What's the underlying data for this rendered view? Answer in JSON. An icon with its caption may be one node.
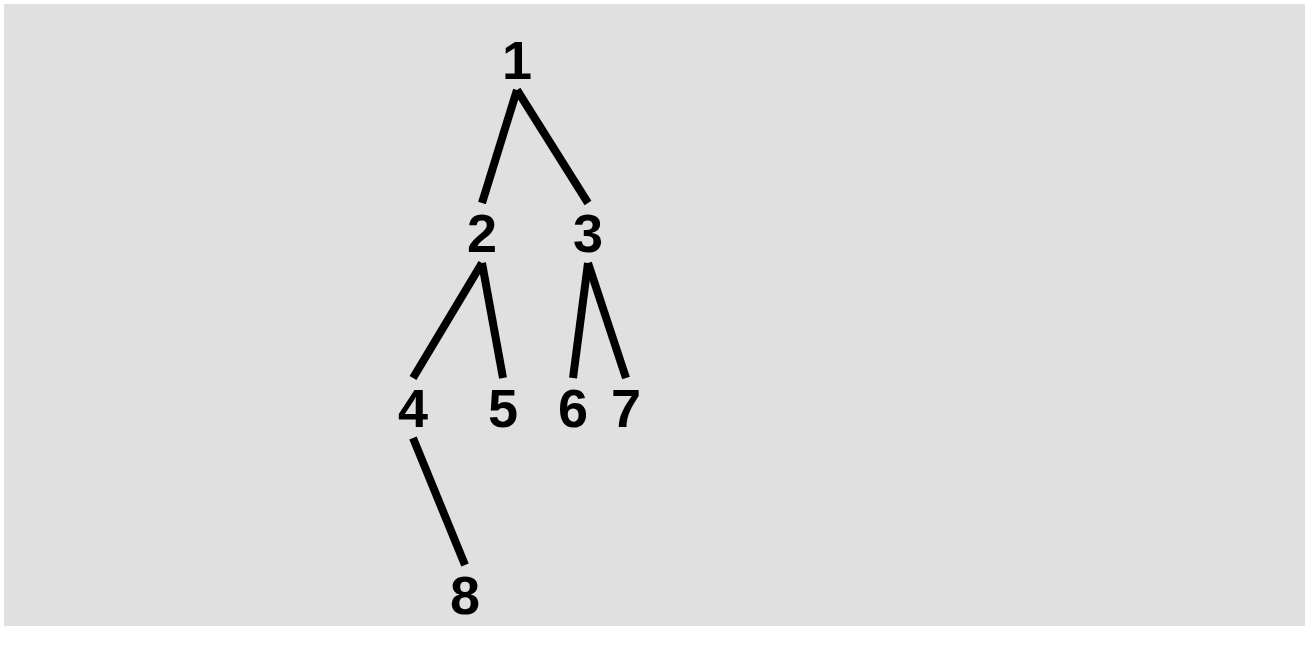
{
  "diagram": {
    "nodes": [
      {
        "text": [
          "1"
        ]
      },
      {
        "text": [
          "2"
        ]
      },
      {
        "text": [
          "3"
        ]
      },
      {
        "text": [
          "4"
        ]
      },
      {
        "text": [
          "5"
        ]
      },
      {
        "text": [
          "6"
        ]
      },
      {
        "text": [
          "7"
        ]
      },
      {
        "text": [
          "8"
        ]
      }
    ],
    "edges": [
      {
        "from": 0,
        "to": 1,
        "arrow": "none"
      },
      {
        "from": 0,
        "to": 2,
        "arrow": "none"
      },
      {
        "from": 1,
        "to": 3,
        "arrow": "none"
      },
      {
        "from": 1,
        "to": 4,
        "arrow": "none"
      },
      {
        "from": 2,
        "to": 5,
        "arrow": "none"
      },
      {
        "from": 2,
        "to": 6,
        "arrow": "none"
      },
      {
        "from": 3,
        "to": 7,
        "arrow": "none"
      }
    ]
  }
}
